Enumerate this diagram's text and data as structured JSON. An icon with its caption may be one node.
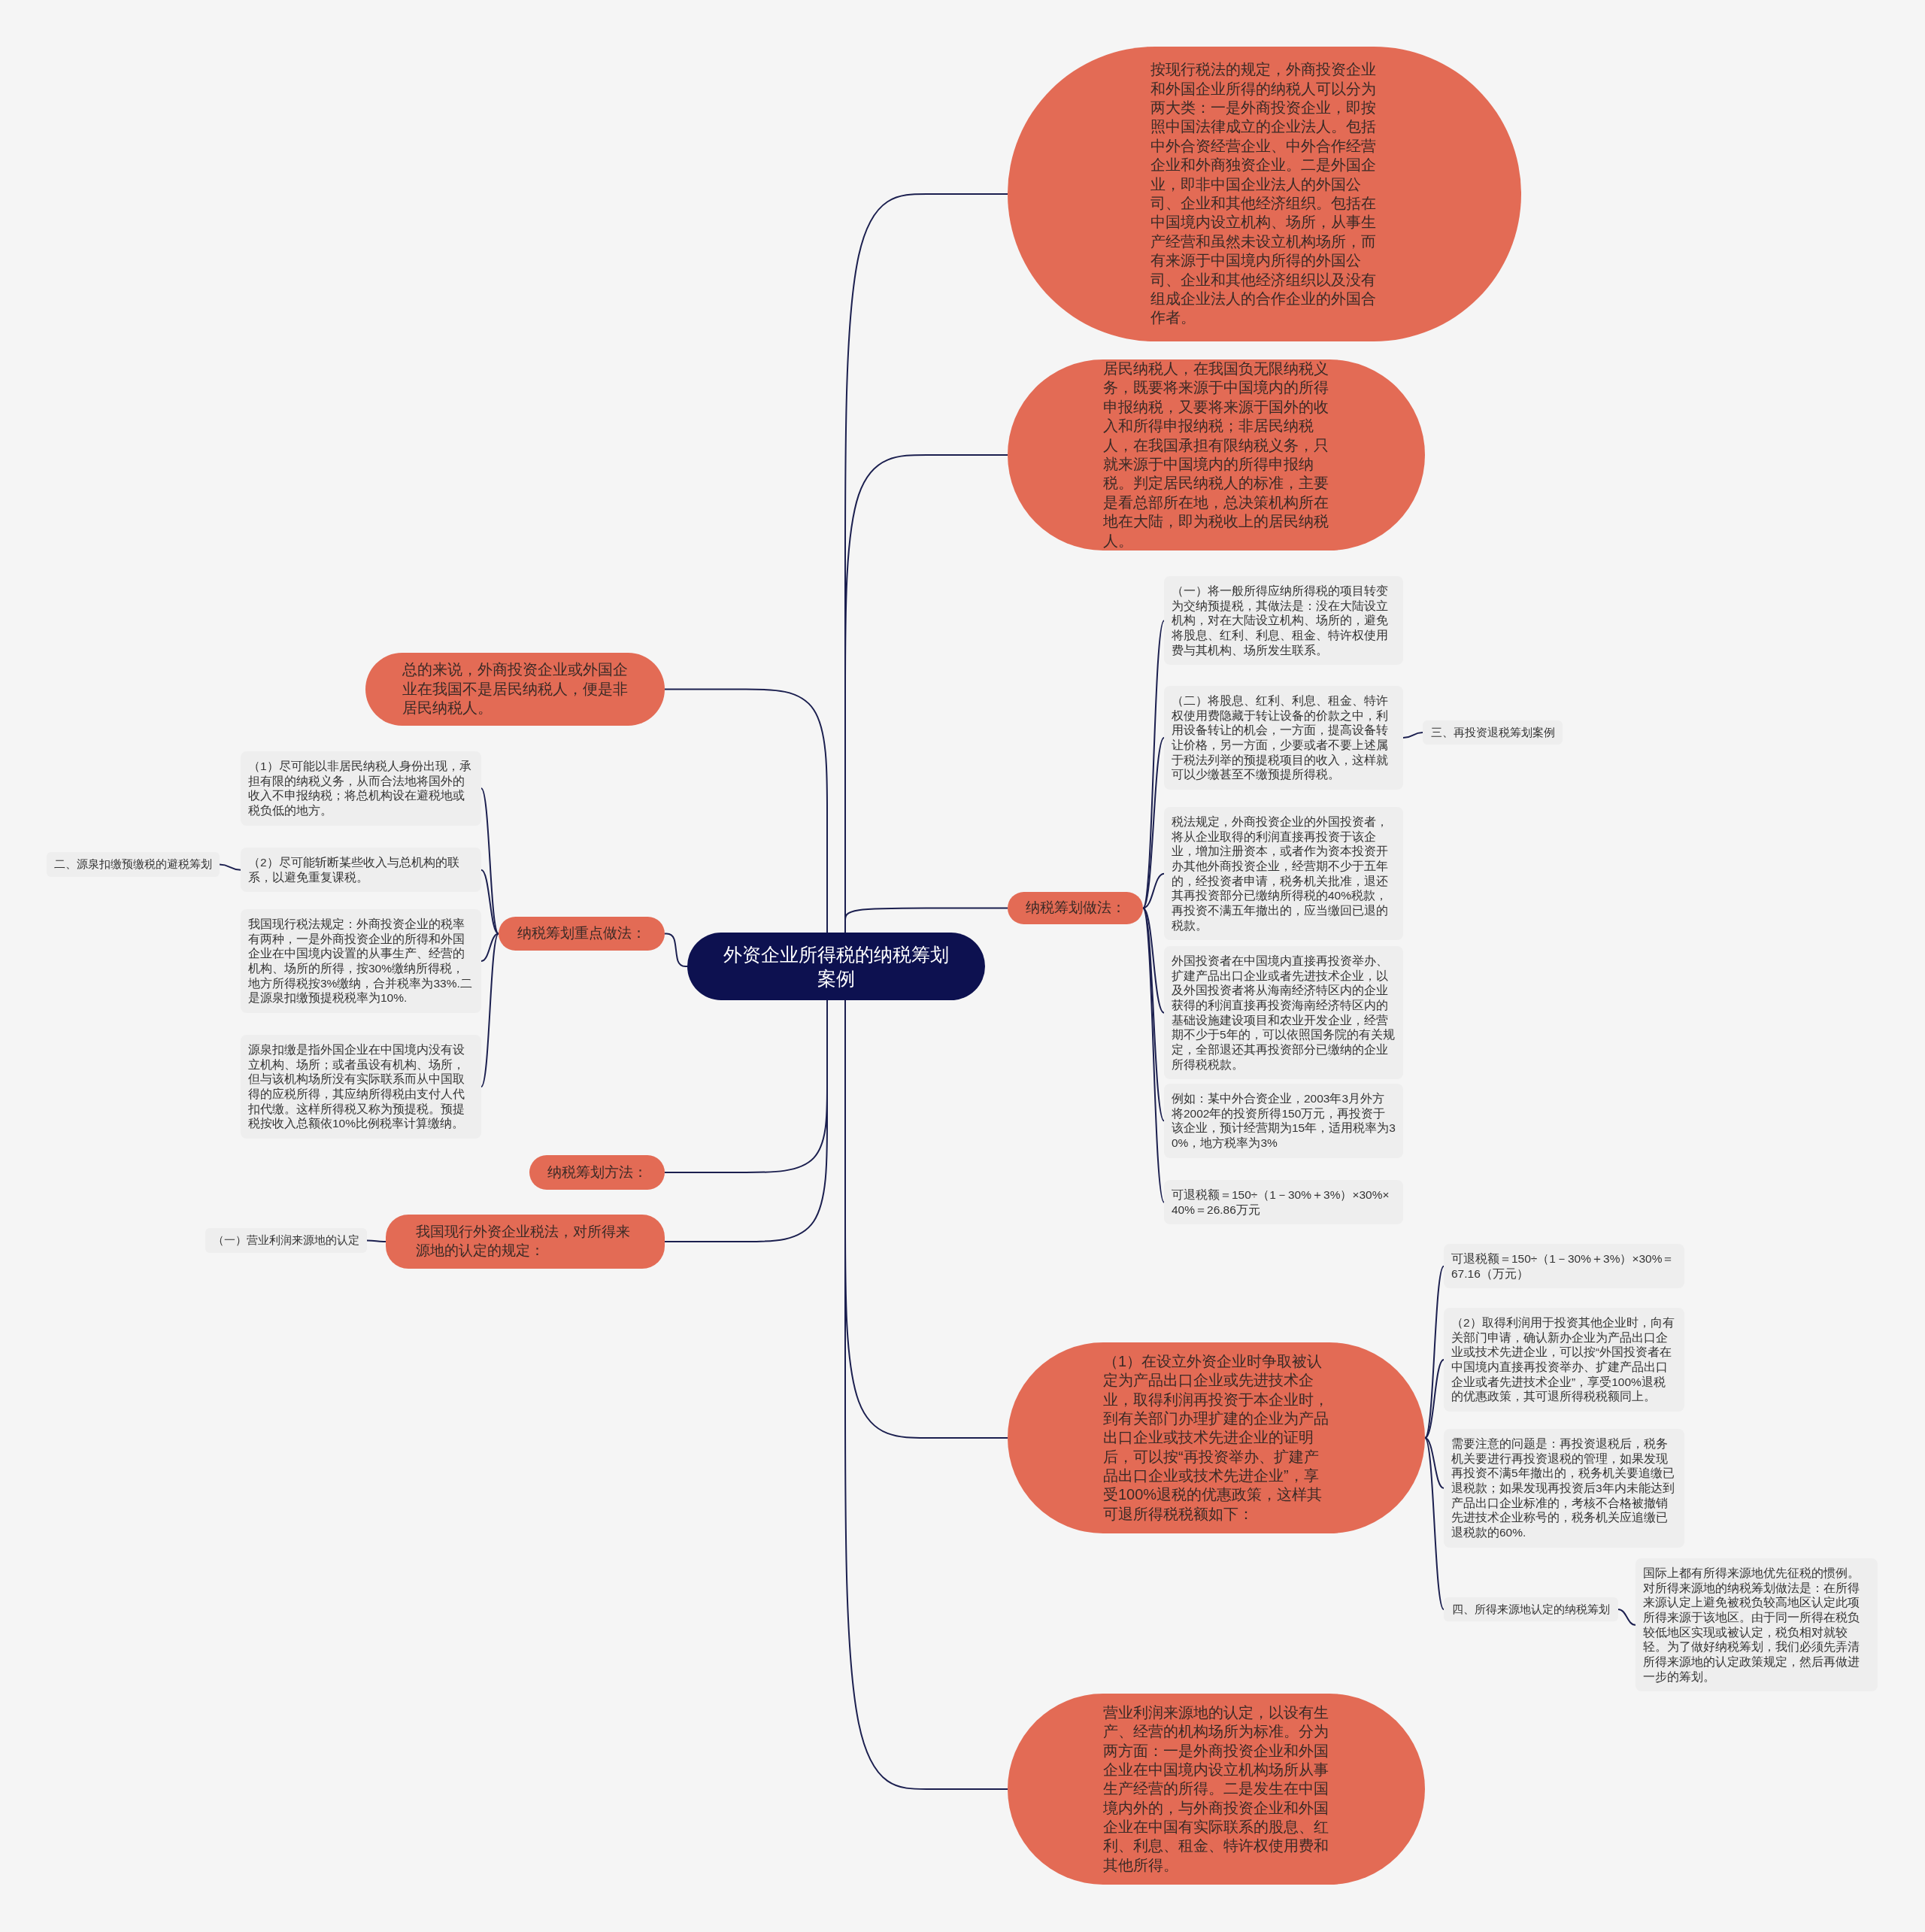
{
  "diagram": {
    "nodes": [
      {
        "text": [
          "外资企业所得税的纳税筹划案例"
        ]
      },
      {
        "text": [
          "按现行税法的规定，外商投资企业和外国企业所得的纳税人可以分为两大类：一是外商投资企业，即按照中国法律成立的企业法人。包括中外合资经营企业、中外合作经营企业和外商独资企业。二是外国企业，即非中国企业法人的外国公司、企业和其他经济组织。包括在中国境内设立机构、场所，从事生产经营和虽然未设立机构场所，而有来源于中国境内所得的外国公司、企业和其他经济组织以及没有组成企业法人的合作企业的外国合作者。"
        ]
      },
      {
        "text": [
          "居民纳税人，在我国负无限纳税义务，既要将来源于中国境内的所得申报纳税，又要将来源于国外的收入和所得申报纳税；非居民纳税人，在我国承担有限纳税义务，只就来源于中国境内的所得申报纳税。判定居民纳税人的标准，主要是看总部所在地，总决策机构所在地在大陆，即为税收上的居民纳税人。"
        ]
      },
      {
        "text": [
          "纳税筹划做法："
        ]
      },
      {
        "text": [
          "（一）将一般所得应纳所得税的项目转变为交纳预提税，其做法是：没在大陆设立机构，对在大陆设立机构、场所的，避免将股息、红利、利息、租金、特许权使用费与其机构、场所发生联系。"
        ]
      },
      {
        "text": [
          "（二）将股息、红利、利息、租金、特许权使用费隐藏于转让设备的价款之中，利用设备转让的机会，一方面，提高设备转让价格，另一方面，少要或者不要上述属于税法列举的预提税项目的收入，这样就可以少缴甚至不缴预提所得税。"
        ]
      },
      {
        "text": [
          "税法规定，外商投资企业的外国投资者，将从企业取得的利润直接再投资于该企业，增加注册资本，或者作为资本投资开办其他外商投资企业，经营期不少于五年的，经投资者申请，税务机关批准，退还其再投资部分已缴纳所得税的40%税款，再投资不满五年撤出的，应当缴回已退的税款。"
        ]
      },
      {
        "text": [
          "外国投资者在中国境内直接再投资举办、扩建产品出口企业或者先进技术企业，以及外国投资者将从海南经济特区内的企业获得的利润直接再投资海南经济特区内的基础设施建设项目和农业开发企业，经营期不少于5年的，可以依照国务院的有关规定，全部退还其再投资部分已缴纳的企业所得税税款。"
        ]
      },
      {
        "text": [
          "例如：某中外合资企业，2003年3月外方将2002年的投资所得150万元，再投资于该企业，预计经营期为15年，适用税率为30%，地方税率为3%"
        ]
      },
      {
        "text": [
          "可退税额＝150÷（1－30%＋3%）×30%×40%＝26.86万元"
        ]
      },
      {
        "text": [
          "三、再投资退税筹划案例"
        ]
      },
      {
        "text": [
          "（1）在设立外资企业时争取被认定为产品出口企业或先进技术企业，取得利润再投资于本企业时，到有关部门办理扩建的企业为产品出口企业或技术先进企业的证明后，可以按“再投资举办、扩建产品出口企业或技术先进企业”，享受100%退税的优惠政策，这样其可退所得税税额如下："
        ]
      },
      {
        "text": [
          "可退税额＝150÷（1－30%＋3%）×30%＝67.16（万元）"
        ]
      },
      {
        "text": [
          "（2）取得利润用于投资其他企业时，向有关部门申请，确认新办企业为产品出口企业或技术先进企业，可以按“外国投资者在中国境内直接再投资举办、扩建产品出口企业或者先进技术企业”，享受100%退税的优惠政策，其可退所得税税额同上。"
        ]
      },
      {
        "text": [
          "需要注意的问题是：再投资退税后，税务机关要进行再投资退税的管理，如果发现再投资不满5年撤出的，税务机关要追缴已退税款；如果发现再投资后3年内未能达到产品出口企业标准的，考核不合格被撤销先进技术企业称号的，税务机关应追缴已退税款的60%."
        ]
      },
      {
        "text": [
          "四、所得来源地认定的纳税筹划"
        ]
      },
      {
        "text": [
          "国际上都有所得来源地优先征税的惯例。对所得来源地的纳税筹划做法是：在所得来源认定上避免被税负较高地区认定此项所得来源于该地区。由于同一所得在税负较低地区实现或被认定，税负相对就较轻。为了做好纳税筹划，我们必须先弄清所得来源地的认定政策规定，然后再做进一步的筹划。"
        ]
      },
      {
        "text": [
          "营业利润来源地的认定，以设有生产、经营的机构场所为标准。分为两方面：一是外商投资企业和外国企业在中国境内设立机构场所从事生产经营的所得。二是发生在中国境内外的，与外商投资企业和外国企业在中国有实际联系的股息、红利、利息、租金、特许权使用费和其他所得。"
        ]
      },
      {
        "text": [
          "总的来说，外商投资企业或外国企业在我国不是居民纳税人，便是非居民纳税人。"
        ]
      },
      {
        "text": [
          "纳税筹划重点做法："
        ]
      },
      {
        "text": [
          "（1）尽可能以非居民纳税人身份出现，承担有限的纳税义务，从而合法地将国外的收入不申报纳税；将总机构设在避税地或税负低的地方。"
        ]
      },
      {
        "text": [
          "（2）尽可能斩断某些收入与总机构的联系，以避免重复课税。"
        ]
      },
      {
        "text": [
          "我国现行税法规定：外商投资企业的税率有两种，一是外商投资企业的所得和外国企业在中国境内设置的从事生产、经营的机构、场所的所得，按30%缴纳所得税，地方所得税按3%缴纳，合并税率为33%.二是源泉扣缴预提税税率为10%."
        ]
      },
      {
        "text": [
          "源泉扣缴是指外国企业在中国境内没有设立机构、场所；或者虽设有机构、场所，但与该机构场所没有实际联系而从中国取得的应税所得，其应纳所得税由支付人代扣代缴。这样所得税又称为预提税。预提税按收入总额依10%比例税率计算缴纳。"
        ]
      },
      {
        "text": [
          "二、源泉扣缴预缴税的避税筹划"
        ]
      },
      {
        "text": [
          "纳税筹划方法："
        ]
      },
      {
        "text": [
          "我国现行外资企业税法，对所得来源地的认定的规定："
        ]
      },
      {
        "text": [
          "（一）营业利润来源地的认定"
        ]
      }
    ],
    "edges": [
      {
        "from": 0,
        "to": 1,
        "arrow": "none"
      },
      {
        "from": 0,
        "to": 2,
        "arrow": "none"
      },
      {
        "from": 0,
        "to": 3,
        "arrow": "none"
      },
      {
        "from": 3,
        "to": 4,
        "arrow": "none"
      },
      {
        "from": 3,
        "to": 5,
        "arrow": "none"
      },
      {
        "from": 3,
        "to": 6,
        "arrow": "none"
      },
      {
        "from": 3,
        "to": 7,
        "arrow": "none"
      },
      {
        "from": 3,
        "to": 8,
        "arrow": "none"
      },
      {
        "from": 3,
        "to": 9,
        "arrow": "none"
      },
      {
        "from": 5,
        "to": 10,
        "arrow": "none"
      },
      {
        "from": 0,
        "to": 11,
        "arrow": "none"
      },
      {
        "from": 11,
        "to": 12,
        "arrow": "none"
      },
      {
        "from": 11,
        "to": 13,
        "arrow": "none"
      },
      {
        "from": 11,
        "to": 14,
        "arrow": "none"
      },
      {
        "from": 11,
        "to": 15,
        "arrow": "none"
      },
      {
        "from": 15,
        "to": 16,
        "arrow": "none"
      },
      {
        "from": 0,
        "to": 17,
        "arrow": "none"
      },
      {
        "from": 0,
        "to": 18,
        "arrow": "none"
      },
      {
        "from": 0,
        "to": 19,
        "arrow": "none"
      },
      {
        "from": 19,
        "to": 20,
        "arrow": "none"
      },
      {
        "from": 19,
        "to": 21,
        "arrow": "none"
      },
      {
        "from": 19,
        "to": 22,
        "arrow": "none"
      },
      {
        "from": 19,
        "to": 23,
        "arrow": "none"
      },
      {
        "from": 21,
        "to": 24,
        "arrow": "none"
      },
      {
        "from": 0,
        "to": 25,
        "arrow": "none"
      },
      {
        "from": 0,
        "to": 26,
        "arrow": "none"
      },
      {
        "from": 26,
        "to": 27,
        "arrow": "none"
      }
    ]
  }
}
